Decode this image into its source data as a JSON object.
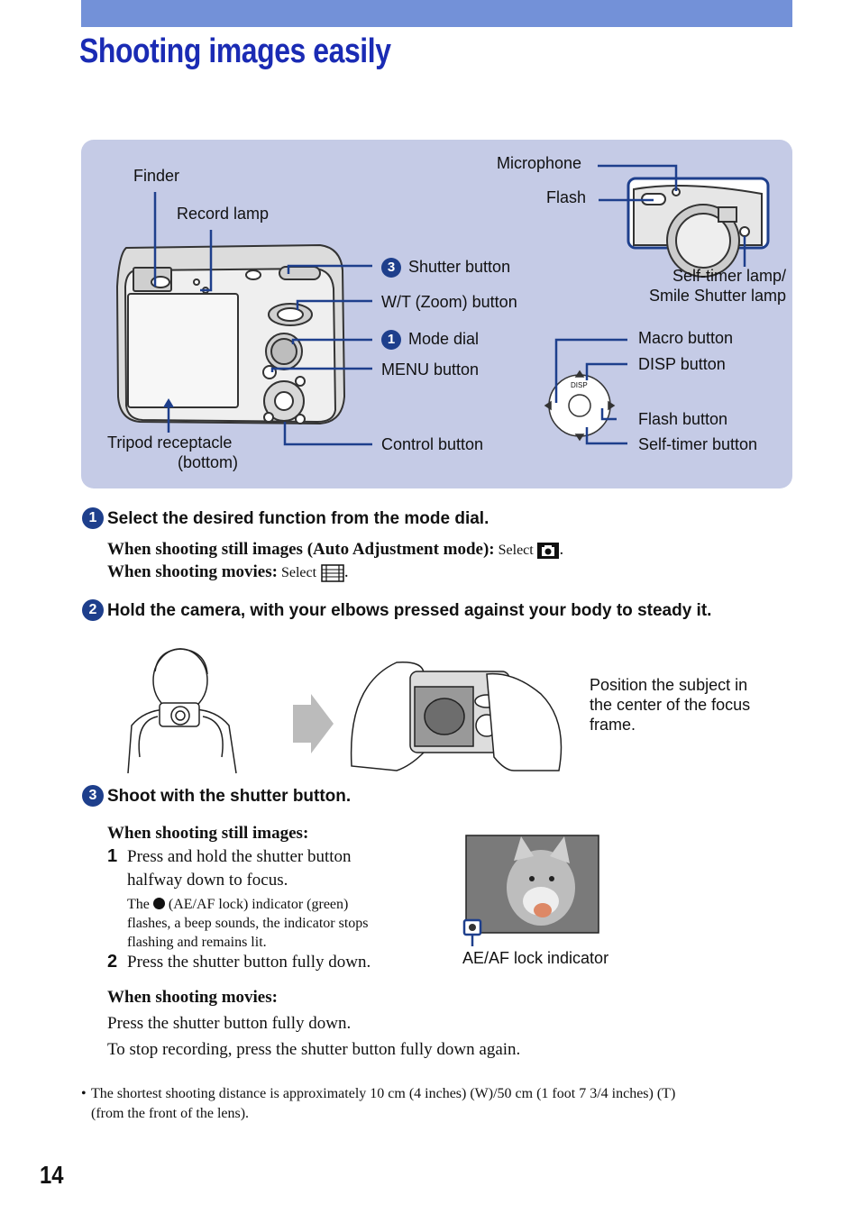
{
  "header": {
    "title": "Shooting images easily"
  },
  "diagram": {
    "labels": {
      "finder": "Finder",
      "record_lamp": "Record lamp",
      "shutter_button": "Shutter button",
      "zoom_button": "W/T (Zoom) button",
      "mode_dial": "Mode dial",
      "menu_button": "MENU button",
      "control_button": "Control button",
      "tripod_line1": "Tripod receptacle",
      "tripod_line2": "(bottom)",
      "microphone": "Microphone",
      "flash": "Flash",
      "selftimer_line1": "Self-timer lamp/",
      "selftimer_line2": "Smile Shutter lamp",
      "macro_button": "Macro button",
      "disp_button": "DISP button",
      "flash_button": "Flash button",
      "selftimer_button": "Self-timer button",
      "disp_text": "DISP",
      "num_shutter": "3",
      "num_mode": "1"
    }
  },
  "step1": {
    "number": "1",
    "heading": "Select the desired function from the mode dial.",
    "still_label": "When shooting still images (Auto Adjustment mode):",
    "still_action": " Select",
    "still_end": ".",
    "movie_label": "When shooting movies:",
    "movie_action": " Select",
    "movie_end": "."
  },
  "step2": {
    "number": "2",
    "heading": "Hold the camera, with your elbows pressed against your body to steady it.",
    "caption_line1": "Position the subject in",
    "caption_line2": "the center of the focus",
    "caption_line3": "frame."
  },
  "step3": {
    "number": "3",
    "heading": "Shoot with the shutter button.",
    "still_label": "When shooting still images:",
    "sub1_num": "1",
    "sub1_line1": "Press and hold the shutter button",
    "sub1_line2": "halfway down to focus.",
    "note_line1_a": "The",
    "note_line1_b": "(AE/AF lock) indicator (green)",
    "note_line2": "flashes, a beep sounds, the indicator stops",
    "note_line3": "flashing and remains lit.",
    "sub2_num": "2",
    "sub2_text": "Press the shutter button fully down.",
    "aeaf_label": "AE/AF lock indicator",
    "movie_label": "When shooting movies:",
    "movie_line1": "Press the shutter button fully down.",
    "movie_line2": "To stop recording, press the shutter button fully down again."
  },
  "footnote": {
    "bullet": "•",
    "line1": "The shortest shooting distance is approximately 10 cm (4 inches) (W)/50 cm (1 foot 7 3/4 inches) (T)",
    "line2": "(from the front of the lens)."
  },
  "page": {
    "number": "14"
  },
  "colors": {
    "accent": "#7391d8",
    "title": "#1a2bb4",
    "panel": "#c5cbe6",
    "leader": "#1e3f8c"
  }
}
